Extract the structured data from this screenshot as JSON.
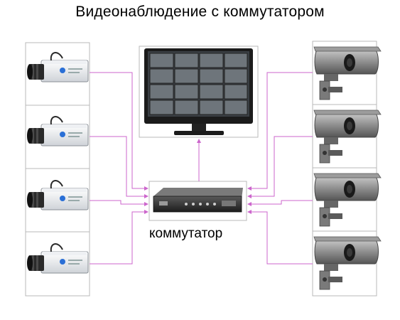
{
  "title": "Видеонаблюдение с коммутатором",
  "switch_label": "коммутатор",
  "colors": {
    "wire": "#cc66cc",
    "box_border": "#b9b9b9"
  },
  "nodes": {
    "box_cameras_left": [
      "box-camera",
      "box-camera",
      "box-camera",
      "box-camera"
    ],
    "bullet_cameras_right": [
      "bullet-camera",
      "bullet-camera",
      "bullet-camera",
      "bullet-camera"
    ],
    "monitor": "monitor-with-multiview",
    "switch": "video-switch"
  }
}
